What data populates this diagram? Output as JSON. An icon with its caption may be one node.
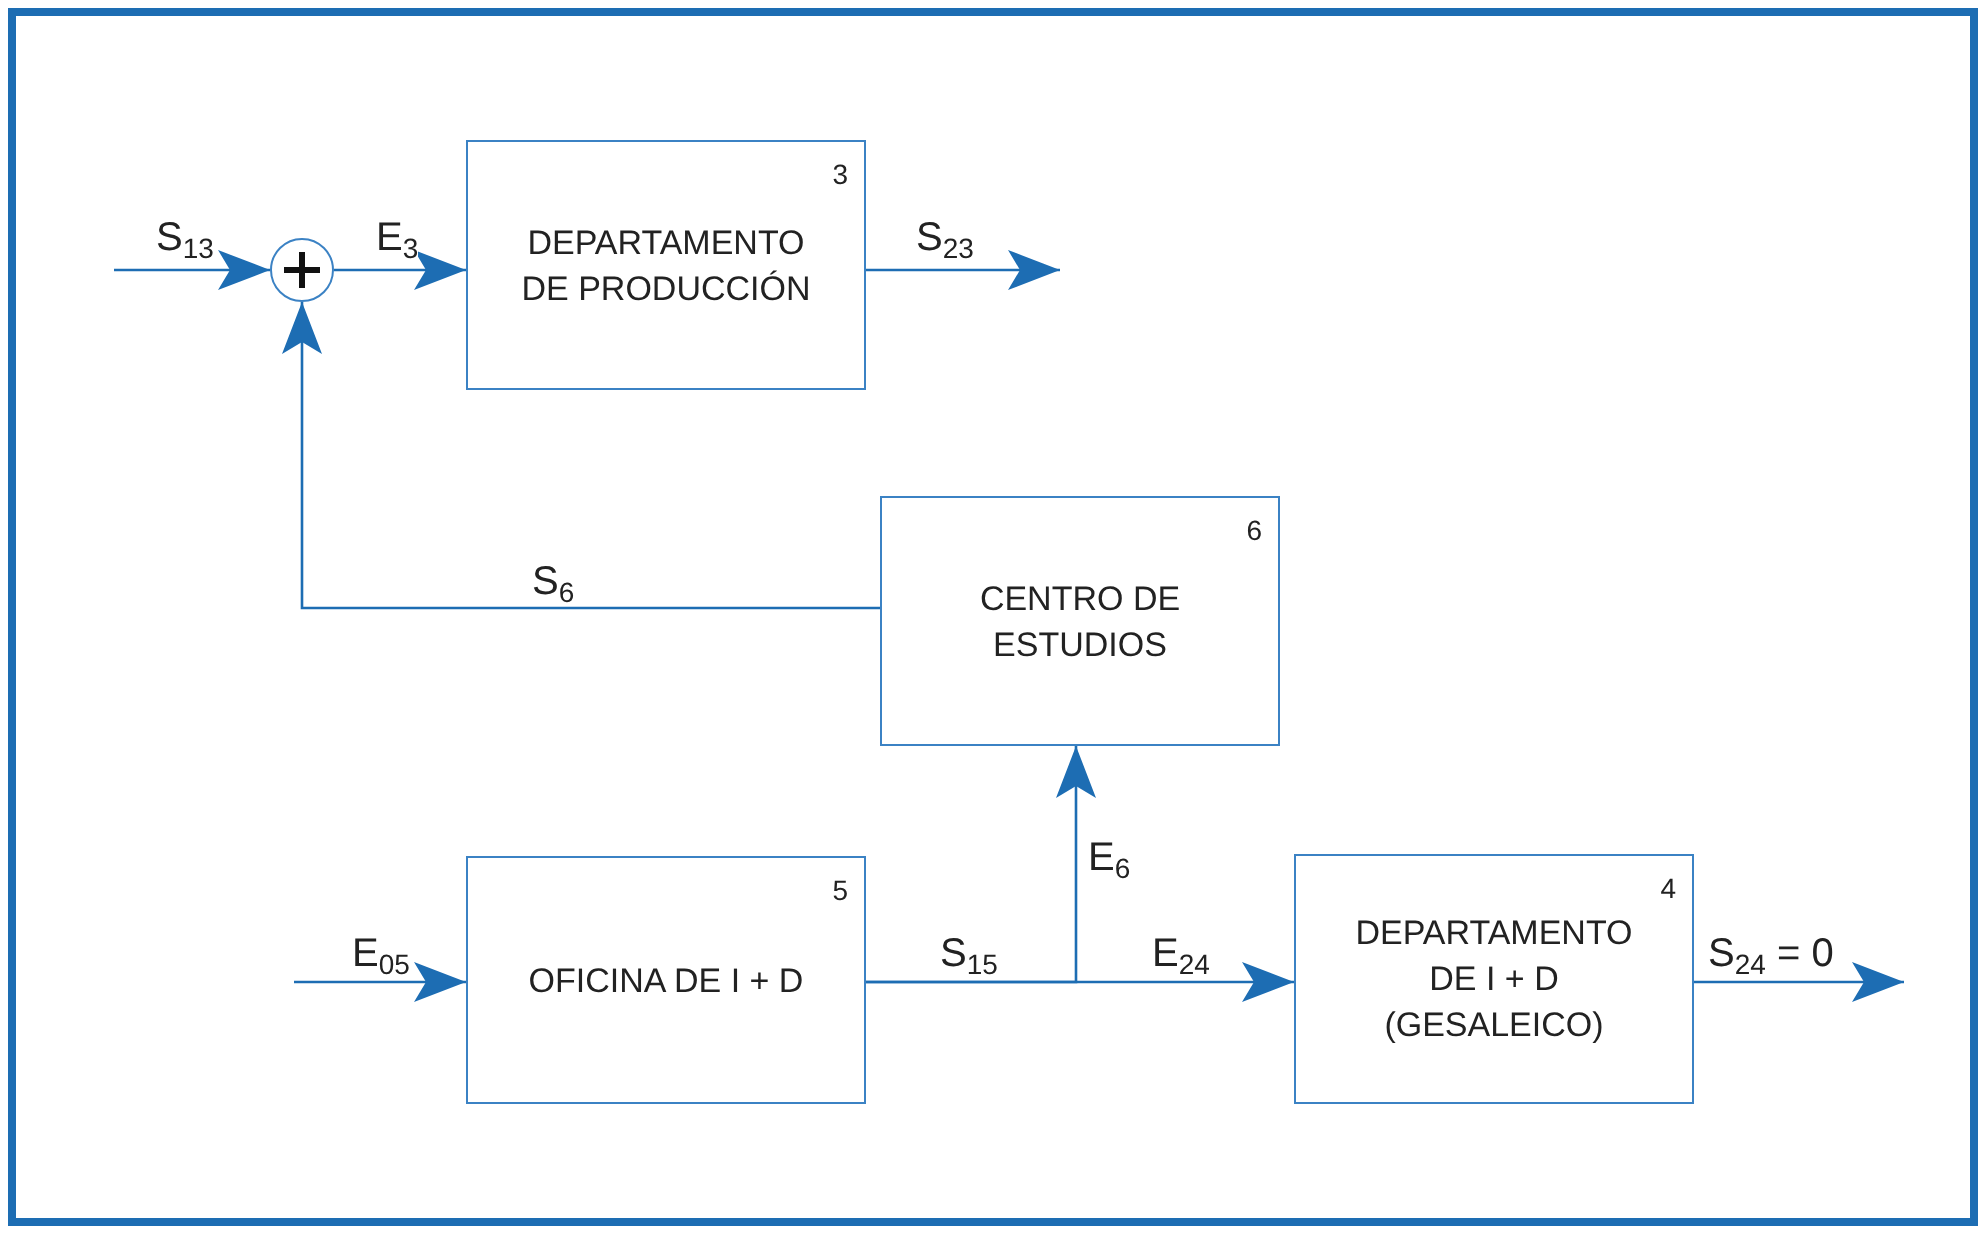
{
  "diagram": {
    "nodes": [
      {
        "text": [],
        "shape": "circle"
      },
      {
        "text": [
          "DEPARTAMENTO DE PRODUCCIÓN",
          "3"
        ]
      },
      {
        "text": [
          "CENTRO DE ESTUDIOS",
          "6"
        ]
      },
      {
        "text": [
          "OFICINA DE I + D",
          "5"
        ]
      },
      {
        "text": [
          "DEPARTAMENTO DE I + D (GESALEICO)",
          "4"
        ]
      }
    ],
    "edges": [
      {
        "from": null,
        "to": 0,
        "arrow": "to",
        "label": "S$_{13}$"
      },
      {
        "from": 0,
        "to": 1,
        "arrow": "to",
        "label": "E$_{3}$"
      },
      {
        "from": 1,
        "to": null,
        "arrow": "to",
        "label": "S$_{23}$"
      },
      {
        "from": 2,
        "to": 0,
        "arrow": "to",
        "label": "S$_{6}$"
      },
      {
        "from": null,
        "to": 3,
        "arrow": "to",
        "label": "E$_{05}$"
      },
      {
        "from": 3,
        "to": 2,
        "arrow": "to",
        "label": "E$_{6}$"
      },
      {
        "from": 3,
        "to": 4,
        "arrow": "to",
        "label": "E$_{24}$"
      },
      {
        "from": 4,
        "to": null,
        "arrow": "to",
        "label": "S$_{24}$ = 0"
      }
    ],
    "labels": [
      "S$_{15}$"
    ]
  }
}
